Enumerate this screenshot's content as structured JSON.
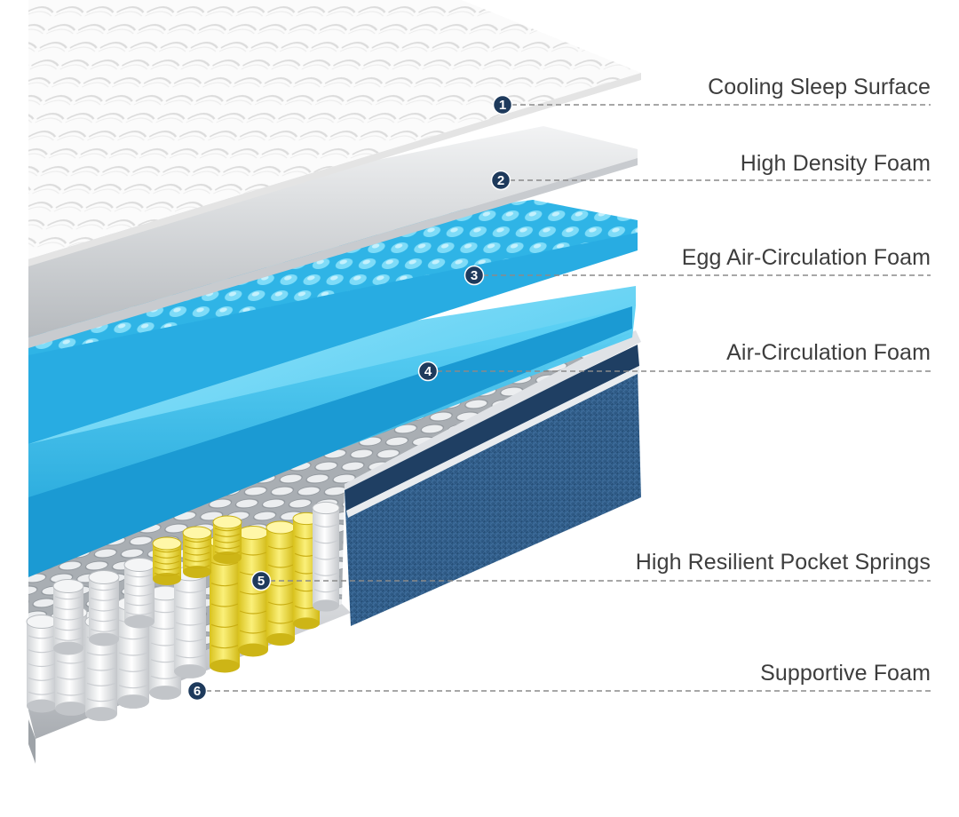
{
  "layers": [
    {
      "number": "1",
      "label": "Cooling Sleep Surface"
    },
    {
      "number": "2",
      "label": "High Density Foam"
    },
    {
      "number": "3",
      "label": "Egg Air-Circulation Foam"
    },
    {
      "number": "4",
      "label": "Air-Circulation Foam"
    },
    {
      "number": "5",
      "label": "High Resilient Pocket Springs"
    },
    {
      "number": "6",
      "label": "Supportive Foam"
    }
  ],
  "colors": {
    "badge": "#1e3a5c",
    "leader": "#8a8a8a",
    "label_text": "#3d3d3d",
    "foam_blue": "#29b6e8",
    "fabric_navy": "#2f5b86",
    "spring_yellow": "#f0e03a"
  }
}
